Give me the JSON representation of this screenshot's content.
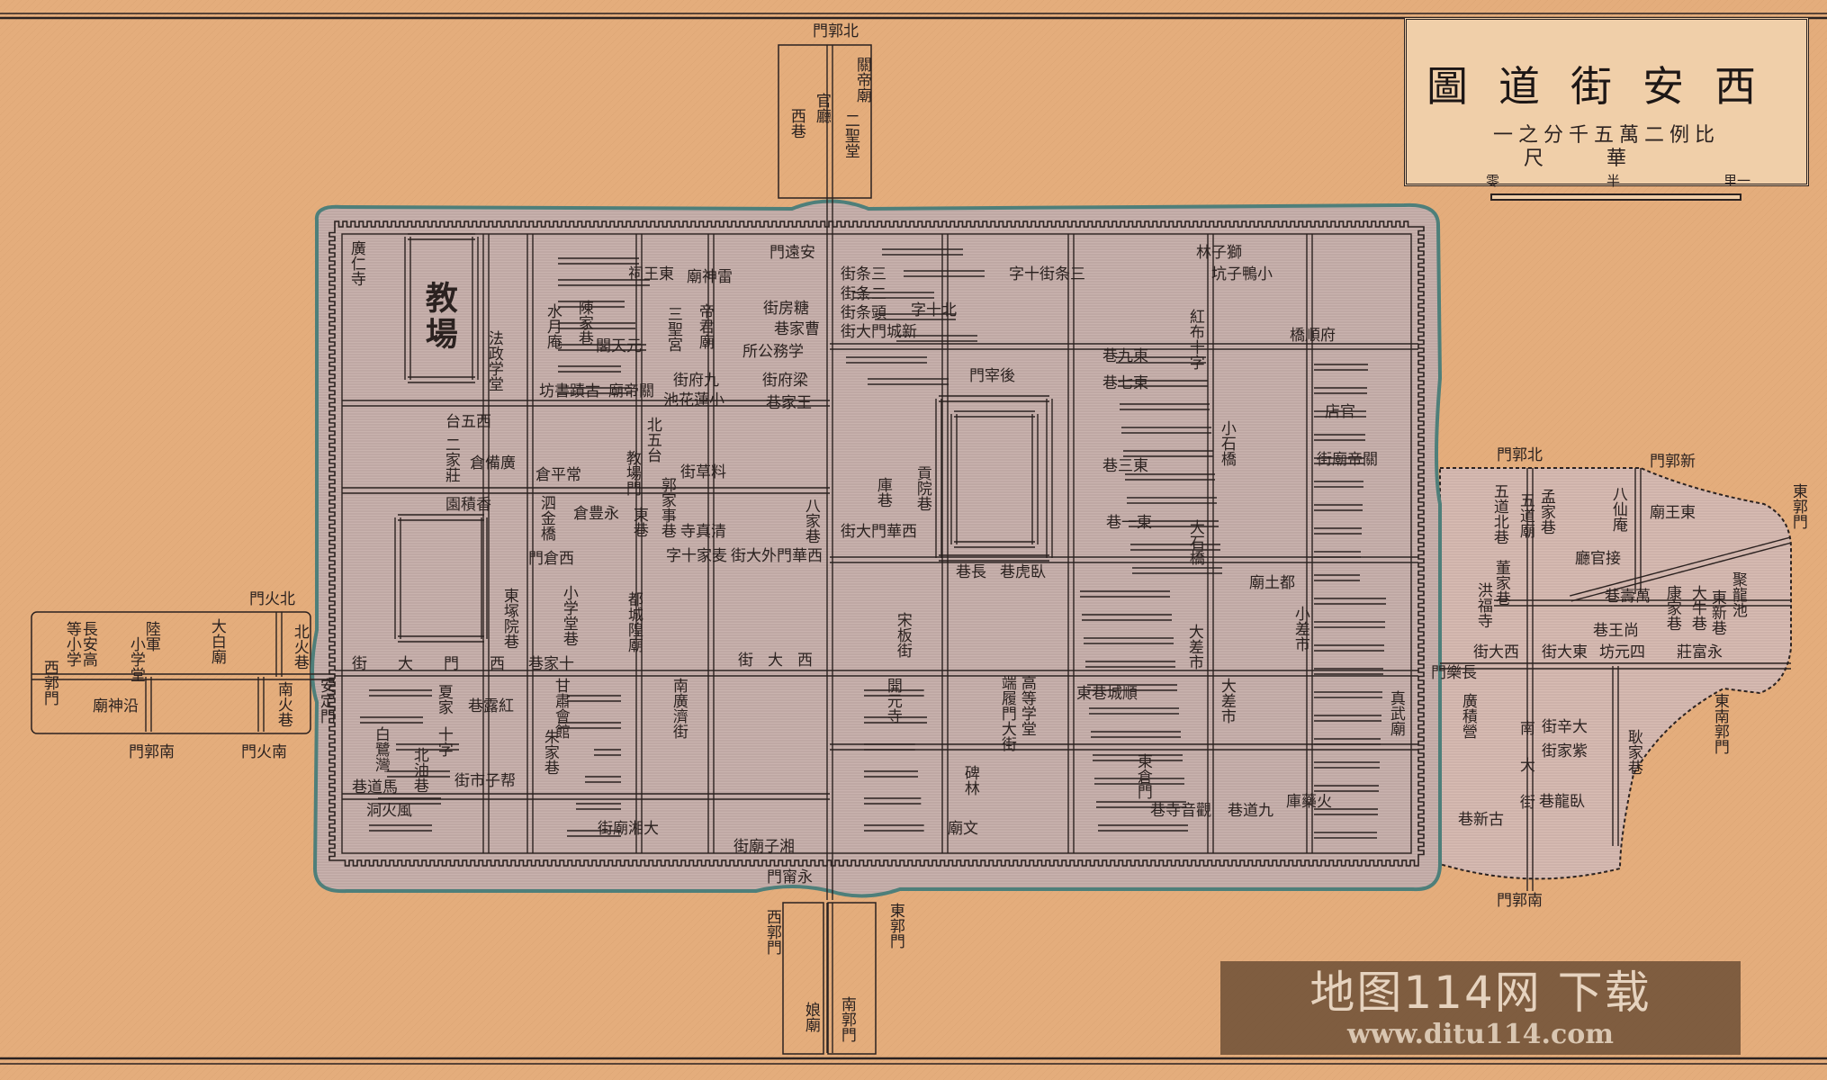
{
  "title_block": {
    "title": "西安街道圖",
    "scale": "比例二萬五千分之一",
    "unit": "華尺",
    "bar_labels": {
      "zero": "零",
      "half": "半",
      "one": "一里"
    }
  },
  "colors": {
    "paper": "#e4ad7c",
    "city": "#c9b3ae",
    "suburb": "#d8bcb3",
    "moat": "#4e7f7a",
    "ink": "#2b2220"
  },
  "watermark": {
    "main": "地图114网 下载",
    "url": "www.ditu114.com"
  },
  "labels": [
    "北郭門",
    "關帝廟",
    "二聖堂",
    "官廳",
    "西巷",
    "廣仁寺",
    "教場",
    "法政学堂",
    "安遠門",
    "東王祠",
    "雷神廟",
    "水月庵",
    "陳家巷",
    "元天閣",
    "三聖宮",
    "帝君廟",
    "糖房街",
    "曹家巷",
    "学務公所",
    "梁府街",
    "王家巷",
    "九府街",
    "小蓮花池",
    "關帝廟",
    "古蹟書坊",
    "西五台",
    "二家莊",
    "廣備倉",
    "香積園",
    "常平倉",
    "教場門",
    "北五台",
    "永豊倉",
    "料草街",
    "郭家事巷",
    "清真寺",
    "八家巷",
    "東巷",
    "泗金橋",
    "西倉門",
    "獅子林",
    "三条街",
    "二条街",
    "頭条街",
    "新城門大街",
    "北十字",
    "三条街十字",
    "小鴨子坑",
    "後宰門",
    "東九巷",
    "東七巷",
    "紅布十字",
    "府順橋",
    "官店",
    "東三巷",
    "東一巷",
    "小石橋",
    "關帝廟街",
    "庫巷",
    "貢院巷",
    "西華門大街",
    "大石橋",
    "西華門外大街",
    "麦家十字",
    "臥虎巷",
    "長巷",
    "宋板街",
    "西大街",
    "都城隍廟",
    "小学堂巷",
    "東塚院巷",
    "西門大街",
    "十家巷",
    "安定門",
    "夏家",
    "紅露巷",
    "甘肅會館",
    "南廣濟街",
    "白鷺灣",
    "北油巷",
    "十字",
    "朱家巷",
    "馬道巷",
    "帮子市街",
    "風火洞",
    "大湘廟街",
    "湘子廟街",
    "永甯門",
    "開元寺",
    "端履門大街",
    "高等学堂",
    "順城巷東",
    "碑林",
    "文廟",
    "東倉門",
    "觀音寺巷",
    "九道巷",
    "火藥庫",
    "大差市",
    "小差市",
    "都土廟",
    "大差市",
    "真武廟",
    "北郭門",
    "新郭門",
    "東郭門",
    "東王廟",
    "八仙庵",
    "孟家巷",
    "五道廟",
    "五道北巷",
    "接官廳",
    "萬壽巷",
    "康家巷",
    "大牛巷",
    "東新巷",
    "聚龍池",
    "尚王巷",
    "西大街",
    "東大街",
    "四元坊",
    "永富莊",
    "長樂門",
    "廣積營",
    "東南郭門",
    "大辛街",
    "紫家街",
    "南大街",
    "臥龍巷",
    "古新巷",
    "南郭門",
    "耿家巷",
    "董家巷",
    "洪福寺",
    "北火門",
    "長安高",
    "等小学",
    "陸軍",
    "小学堂",
    "大白廟",
    "北火巷",
    "西郭門",
    "沿神廟",
    "南火巷",
    "南郭門",
    "南火門",
    "西郭門",
    "東郭門",
    "娘廟",
    "南郭門"
  ]
}
